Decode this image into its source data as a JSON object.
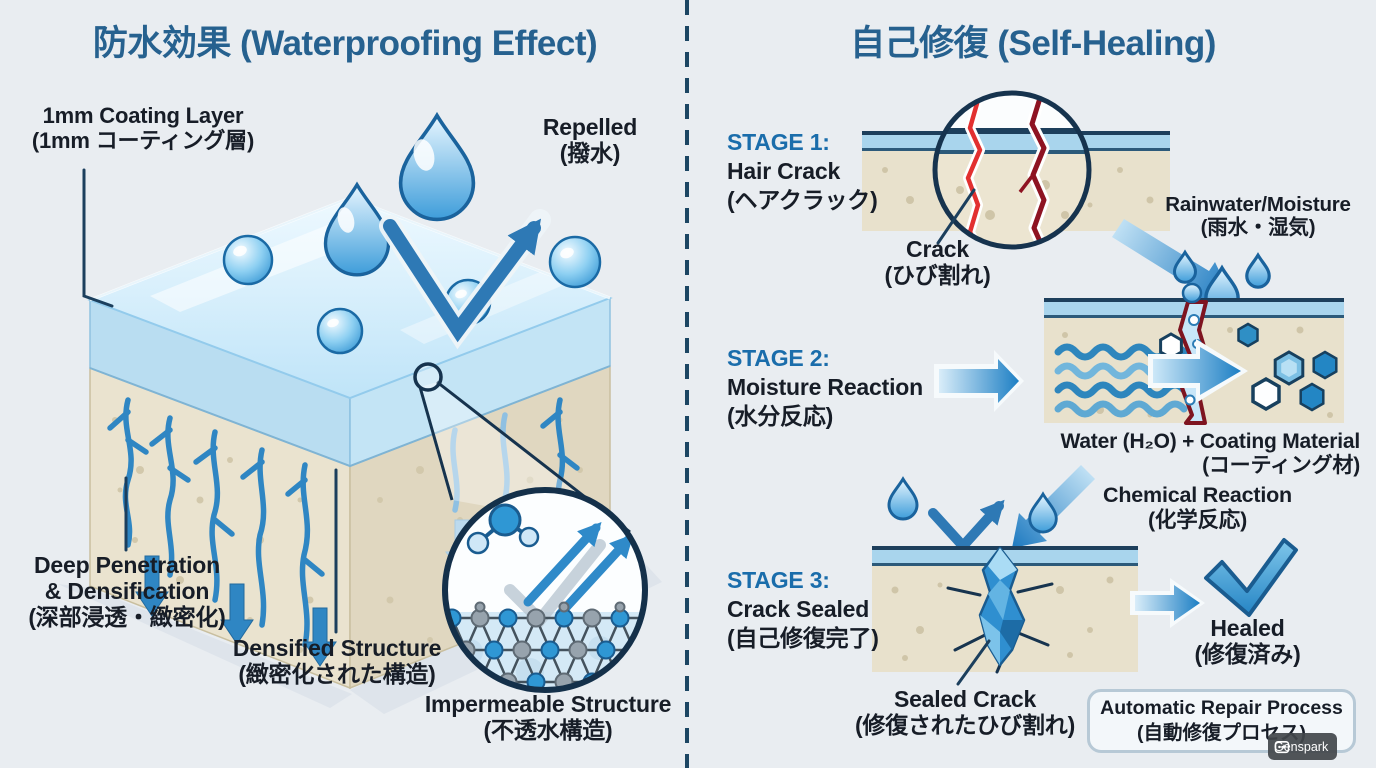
{
  "palette": {
    "background": "#e9edf1",
    "title_blue": "#26618f",
    "stage_blue": "#1a6dab",
    "text_dark": "#171d27",
    "arrow_blue": "#2e79b5",
    "water_blue": "#2f8fc5",
    "coating_blue": "#bfe3f6",
    "concrete_beige": "#e8e1cc",
    "crack_red": "#c22323",
    "navy_outline": "#16334e"
  },
  "left_panel": {
    "title": "防水効果 (Waterproofing Effect)",
    "coating_label": {
      "l1": "1mm Coating Layer",
      "l2": "(1mm コーティング層)"
    },
    "repelled_label": {
      "l1": "Repelled",
      "l2": "(撥水)"
    },
    "deep_label": {
      "l1": "Deep Penetration",
      "l2": "& Densification",
      "l3": "(深部浸透・緻密化)"
    },
    "densified_label": {
      "l1": "Densified Structure",
      "l2": "(緻密化された構造)"
    },
    "impermeable_label": {
      "l1": "Impermeable Structure",
      "l2": "(不透水構造)"
    }
  },
  "right_panel": {
    "title": "自己修復 (Self-Healing)",
    "stage1": {
      "head": "STAGE 1:",
      "l1": "Hair Crack",
      "l2": "(ヘアクラック)"
    },
    "crack_label": {
      "l1": "Crack",
      "l2": "(ひび割れ)"
    },
    "rain_label": {
      "l1": "Rainwater/Moisture",
      "l2": "(雨水・湿気)"
    },
    "stage2": {
      "head": "STAGE 2:",
      "l1": "Moisture Reaction",
      "l2": "(水分反応)"
    },
    "reaction_label": {
      "l1": "Water (H₂O) + Coating Material",
      "l2": "(コーティング材)",
      "l3": "Chemical Reaction",
      "l4": "(化学反応)"
    },
    "stage3": {
      "head": "STAGE 3:",
      "l1": "Crack Sealed",
      "l2": "(自己修復完了)"
    },
    "sealed_label": {
      "l1": "Sealed Crack",
      "l2": "(修復されたひび割れ)"
    },
    "healed_label": {
      "l1": "Healed",
      "l2": "(修復済み)"
    },
    "footer_box": {
      "l1": "Automatic Repair Process",
      "l2": "(自動修復プロセス)"
    }
  },
  "watermark": {
    "label": "Genspark"
  }
}
